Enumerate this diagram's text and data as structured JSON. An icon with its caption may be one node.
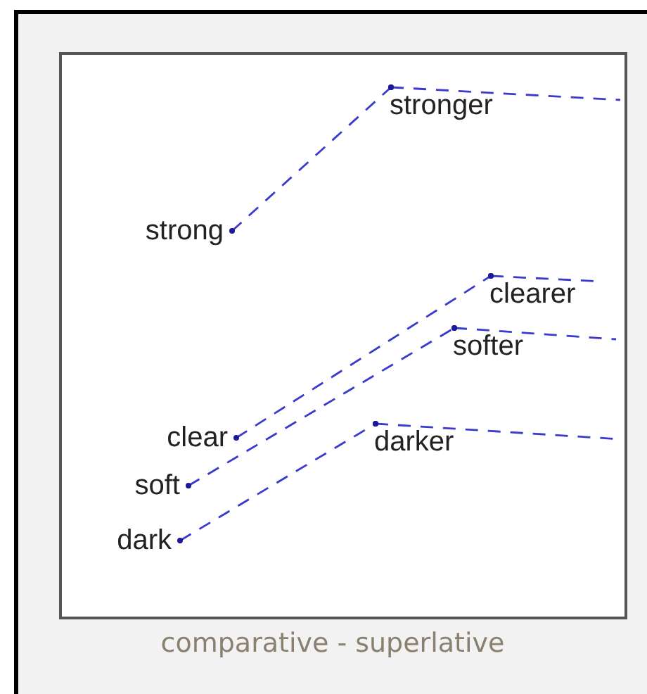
{
  "diagram": {
    "caption": "comparative - superlative",
    "nodes": [
      {
        "text": [
          "stronger"
        ]
      },
      {
        "text": [
          "strong"
        ]
      },
      {
        "text": [
          "clearer"
        ]
      },
      {
        "text": [
          "softer"
        ]
      },
      {
        "text": [
          "darker"
        ]
      },
      {
        "text": [
          "clear"
        ]
      },
      {
        "text": [
          "soft"
        ]
      },
      {
        "text": [
          "dark"
        ]
      }
    ],
    "edges": [
      {
        "from": 1,
        "to": 0,
        "arrow": "other",
        "style": "dashed"
      },
      {
        "from": 0,
        "to": null,
        "arrow": "other",
        "style": "dashed"
      },
      {
        "from": 5,
        "to": 2,
        "arrow": "other",
        "style": "dashed"
      },
      {
        "from": 2,
        "to": null,
        "arrow": "other",
        "style": "dashed"
      },
      {
        "from": 6,
        "to": 3,
        "arrow": "other",
        "style": "dashed"
      },
      {
        "from": 3,
        "to": null,
        "arrow": "other",
        "style": "dashed"
      },
      {
        "from": 7,
        "to": 4,
        "arrow": "other",
        "style": "dashed"
      },
      {
        "from": 4,
        "to": null,
        "arrow": "other",
        "style": "dashed"
      }
    ]
  }
}
